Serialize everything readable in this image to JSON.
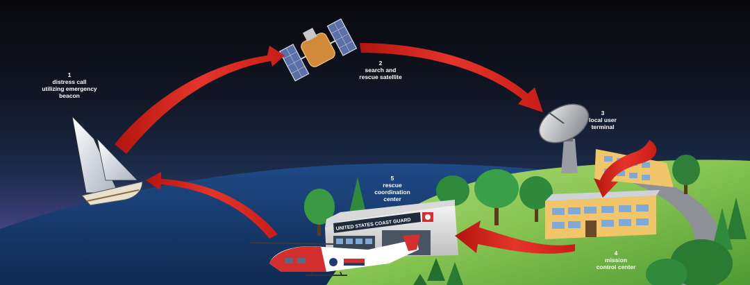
{
  "steps": [
    {
      "num": "1",
      "lines": [
        "distress call",
        "utilizing emergency",
        "beacon"
      ]
    },
    {
      "num": "2",
      "lines": [
        "search and",
        "rescue satellite"
      ]
    },
    {
      "num": "3",
      "lines": [
        "local user",
        "terminal"
      ]
    },
    {
      "num": "4",
      "lines": [
        "mission",
        "control center"
      ]
    },
    {
      "num": "5",
      "lines": [
        "rescue",
        "coordination",
        "center"
      ]
    }
  ],
  "building_sign": "UNITED STATES COAST GUARD",
  "colors": {
    "sky_top": "#0b0b10",
    "sky_mid": "#16233d",
    "horizon_glow": "#6e5aa5",
    "ocean": "#173a6d",
    "land": "#7fc24a",
    "arrow": "#e2281e",
    "coast_guard_red": "#d32f2f"
  }
}
